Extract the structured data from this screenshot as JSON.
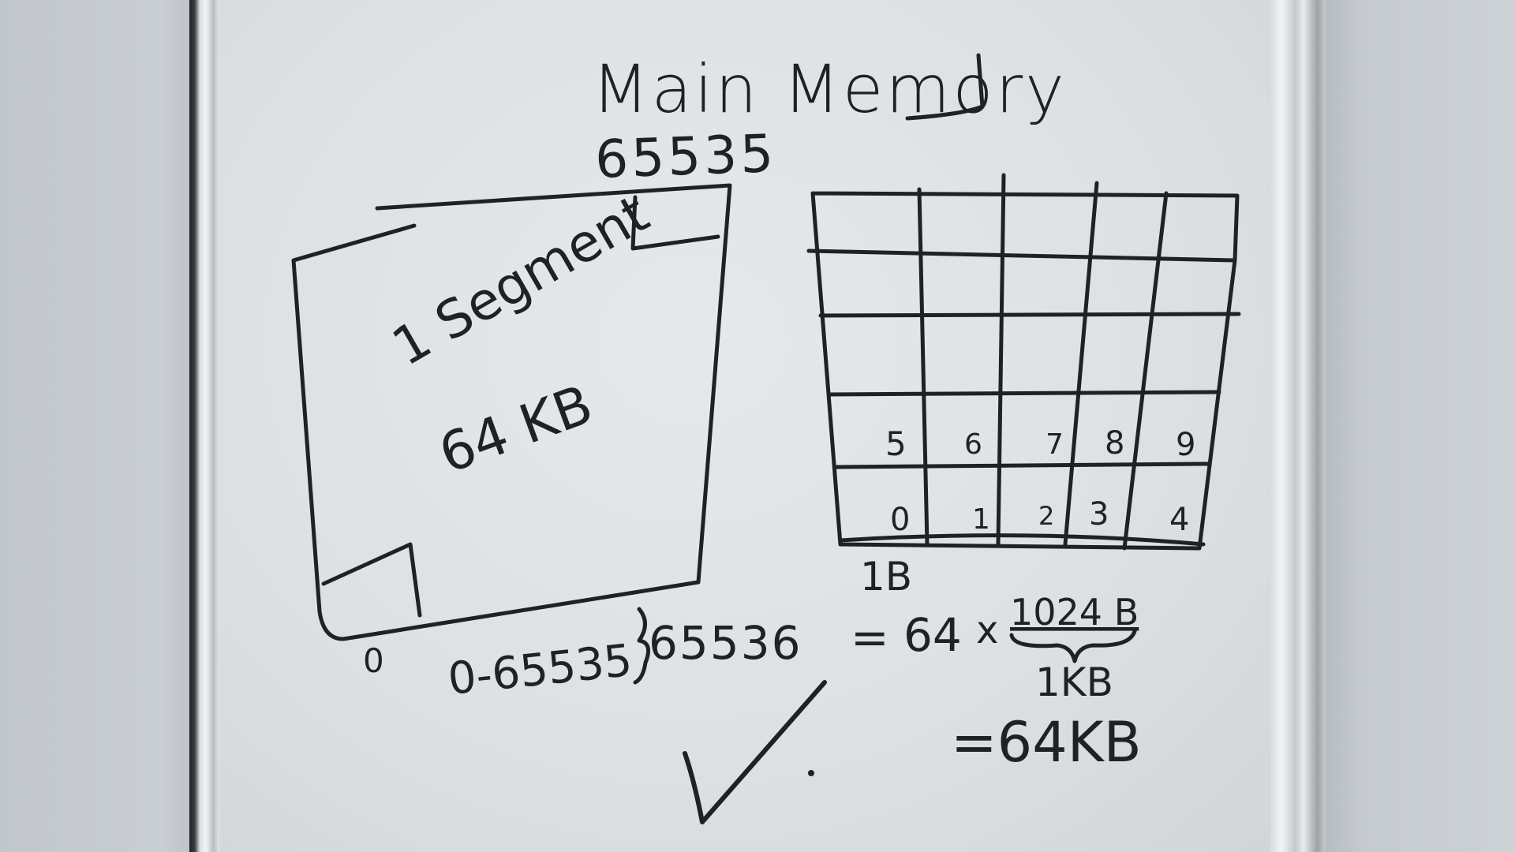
{
  "board": {
    "title": "Main Memory",
    "top_address": "65535",
    "segment": {
      "label": "1 Segment",
      "size": "64 KB",
      "bottom_address": "0"
    },
    "grid": {
      "row_top": [
        "5",
        "6",
        "7",
        "8",
        "9"
      ],
      "row_bottom": [
        "0",
        "1",
        "2",
        "3",
        "4"
      ],
      "cell_size_label": "1B"
    },
    "calculation": {
      "range": "0-65535",
      "total": "65536",
      "equals": "=",
      "multiplier": "64",
      "times": "x",
      "bytes": "1024 B",
      "kb_note": "1KB",
      "result": "=64KB"
    }
  },
  "colors": {
    "ink": "#1e2226",
    "board": "#e2e5e8",
    "frame_dark": "#1f2327"
  }
}
